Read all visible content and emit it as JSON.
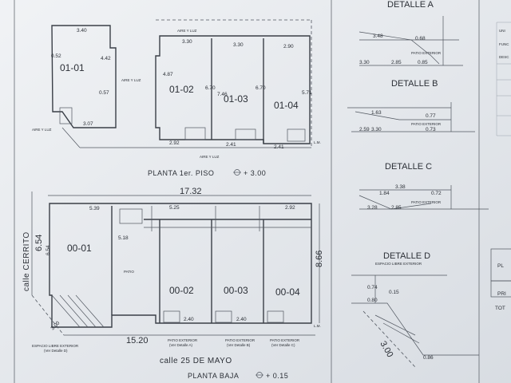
{
  "plan_upper": {
    "title": "PLANTA 1er. PISO",
    "level": "+ 3.00",
    "units": [
      "01-01",
      "01-02",
      "01-03",
      "01-04"
    ],
    "air_labels": [
      "AIRE Y LUZ",
      "AIRE Y LUZ",
      "AIRE Y LUZ",
      "AIRE Y LUZ"
    ],
    "dims": [
      "3.40",
      "3.30",
      "3.30",
      "2.90",
      "4.42",
      "4.87",
      "6.70",
      "7.46",
      "6.70",
      "5.71",
      "3.07",
      "2.92",
      "2.41",
      "2.41",
      "0.52",
      "0.57"
    ],
    "lm": "L.M."
  },
  "plan_ground": {
    "title": "PLANTA BAJA",
    "level": "+ 0.15",
    "units": [
      "00-01",
      "00-02",
      "00-03",
      "00-04"
    ],
    "patio": "PATIO",
    "dims": [
      "17.32",
      "5.39",
      "5.25",
      "2.92",
      "8.66",
      "15.20",
      "6.54",
      "3.00",
      "2.40",
      "2.40",
      "5.18"
    ],
    "street_left": "calle CERRITO",
    "street_left_dim": "6.54",
    "street_bottom": "calle 25 DE MAYO",
    "espacio_label": "ESPACIO LIBRE EXTERIOR",
    "espacio_ref": "(Ver Detalle D)",
    "patio_ext": "PATIO EXTERIOR",
    "patio_ext_refs": [
      "(Ver Detalle A)",
      "(Ver Detalle B)",
      "(Ver Detalle C)"
    ],
    "lm": "L.M."
  },
  "details": [
    {
      "title": "DETALLE A",
      "sub": "PATIO EXTERIOR",
      "dims": [
        "3.48",
        "0.68",
        "3.30",
        "2.85",
        "0.85"
      ]
    },
    {
      "title": "DETALLE B",
      "sub": "PATIO EXTERIOR",
      "dims": [
        "1.63",
        "0.77",
        "2.59",
        "3.30",
        "0.73"
      ]
    },
    {
      "title": "DETALLE C",
      "sub": "PATIO EXTERIOR",
      "dims": [
        "3.38",
        "1.84",
        "0.72",
        "3.28",
        "2.85"
      ]
    },
    {
      "title": "DETALLE D",
      "sub": "ESPACIO LIBRE EXTERIOR",
      "dims": [
        "0.74",
        "0.80",
        "0.86",
        "3.00",
        "0.15"
      ]
    }
  ],
  "table_right": {
    "header_lines": [
      "UNI",
      "FUNC",
      "DESC"
    ],
    "cells": [
      "PL",
      "PRI",
      "TOT"
    ]
  }
}
